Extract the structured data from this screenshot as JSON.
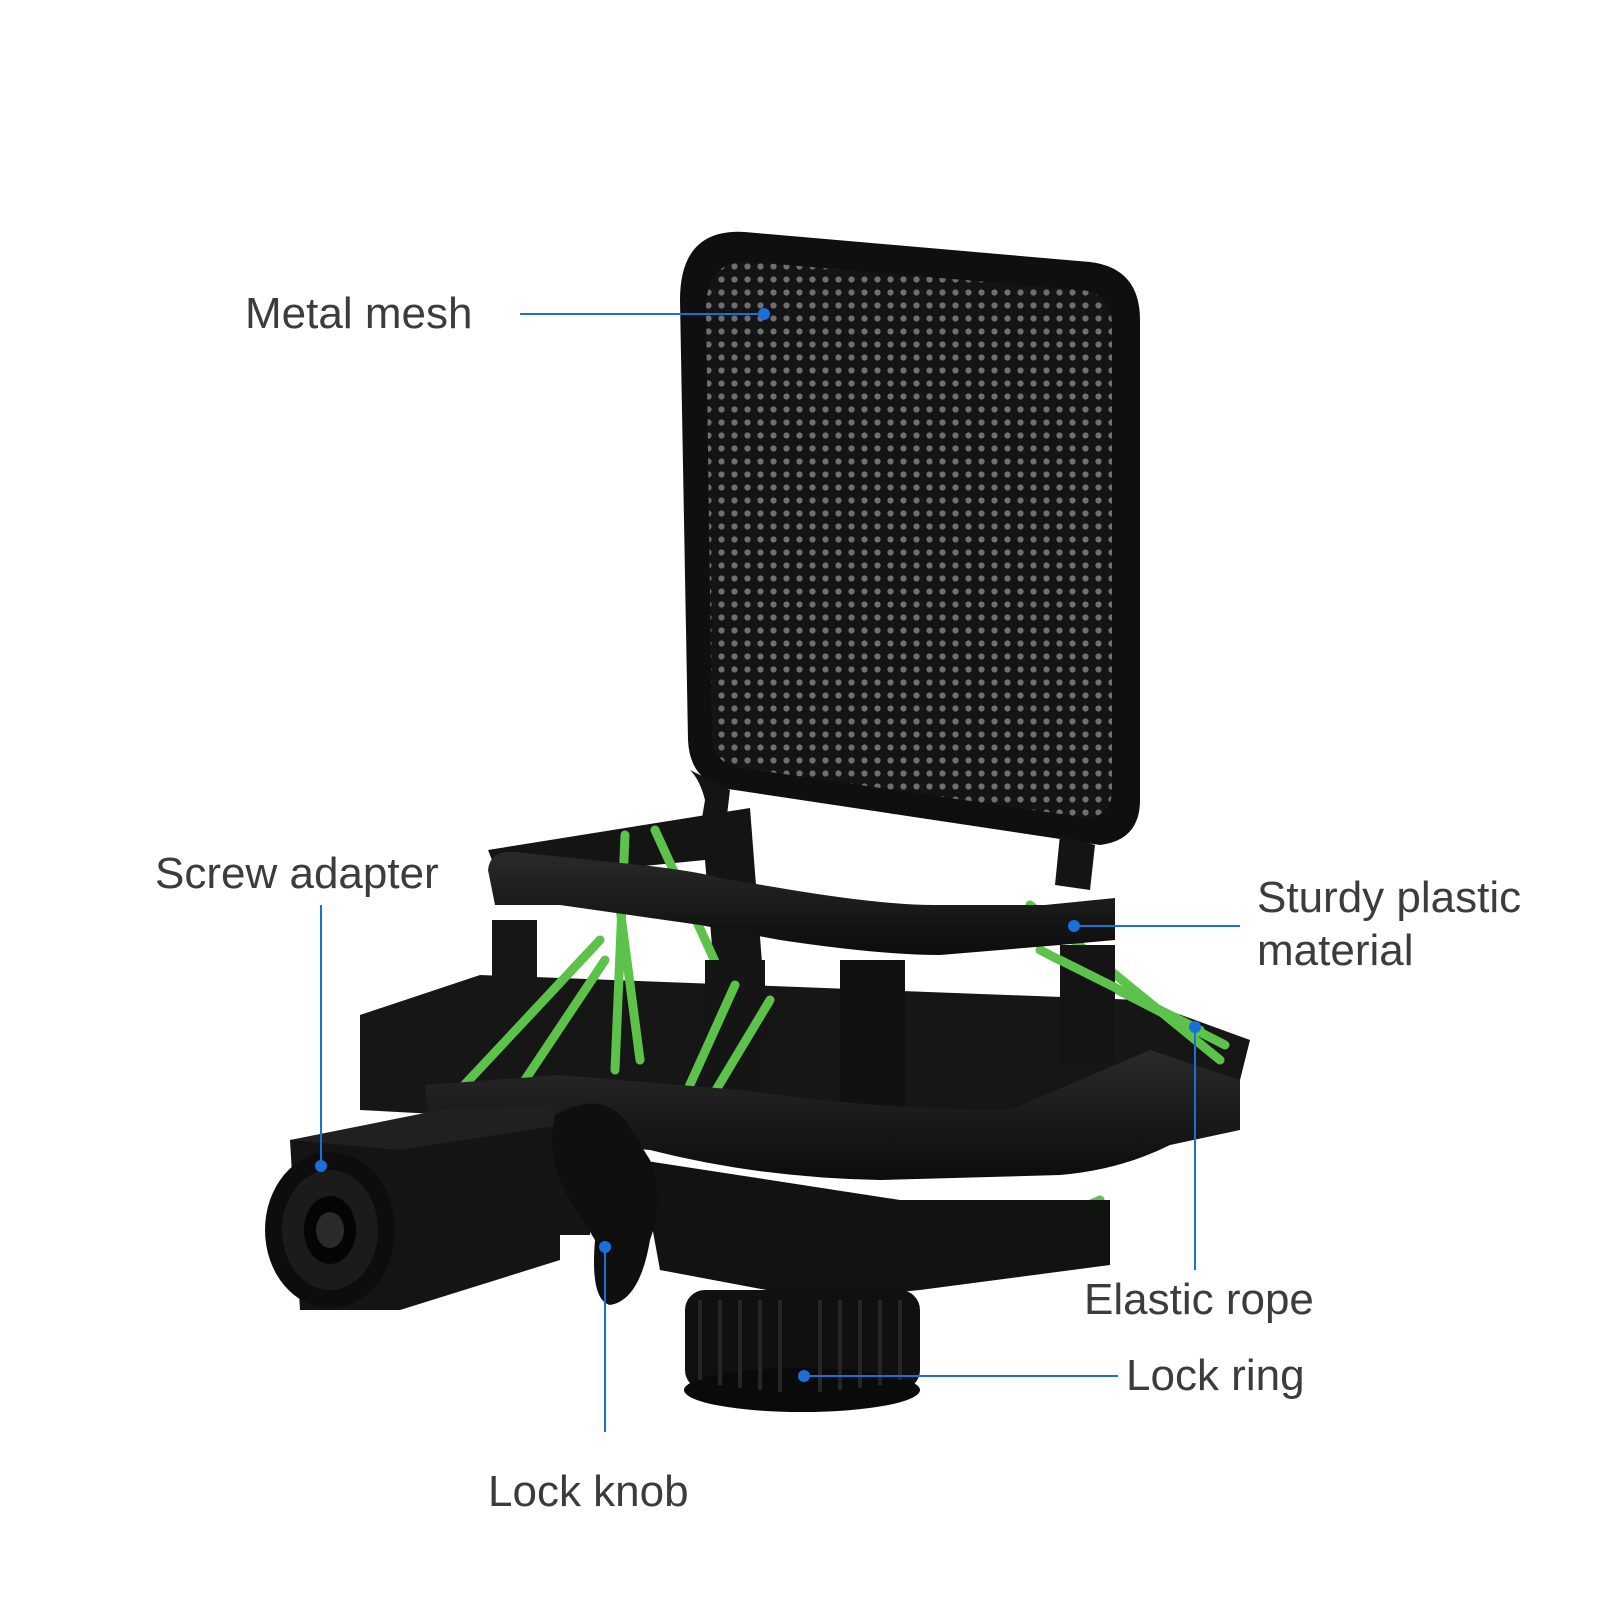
{
  "colors": {
    "background": "#ffffff",
    "label_text": "#3c3c3c",
    "leader_line": "#1a6fd8",
    "frame_black": "#111111",
    "elastic_green": "#5cc24a"
  },
  "callouts": {
    "metal_mesh": "Metal mesh",
    "screw_adapter": "Screw adapter",
    "sturdy_plastic_line1": "Sturdy plastic",
    "sturdy_plastic_line2": "material",
    "elastic_rope": "Elastic rope",
    "lock_ring": "Lock ring",
    "lock_knob": "Lock knob"
  }
}
